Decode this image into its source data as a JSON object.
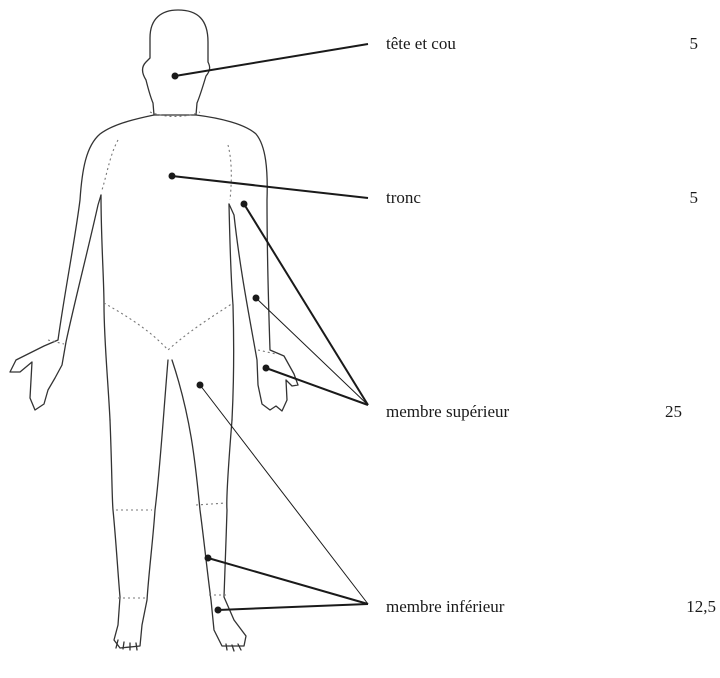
{
  "regions": [
    {
      "label": "tête et cou",
      "value": "5"
    },
    {
      "label": "tronc",
      "value": "5"
    },
    {
      "label": "membre supérieur",
      "value": "25"
    },
    {
      "label": "membre inférieur",
      "value": "12,5"
    }
  ],
  "colors": {
    "ink": "#1a1a1a",
    "outline": "#333333",
    "dotted": "#777777"
  }
}
